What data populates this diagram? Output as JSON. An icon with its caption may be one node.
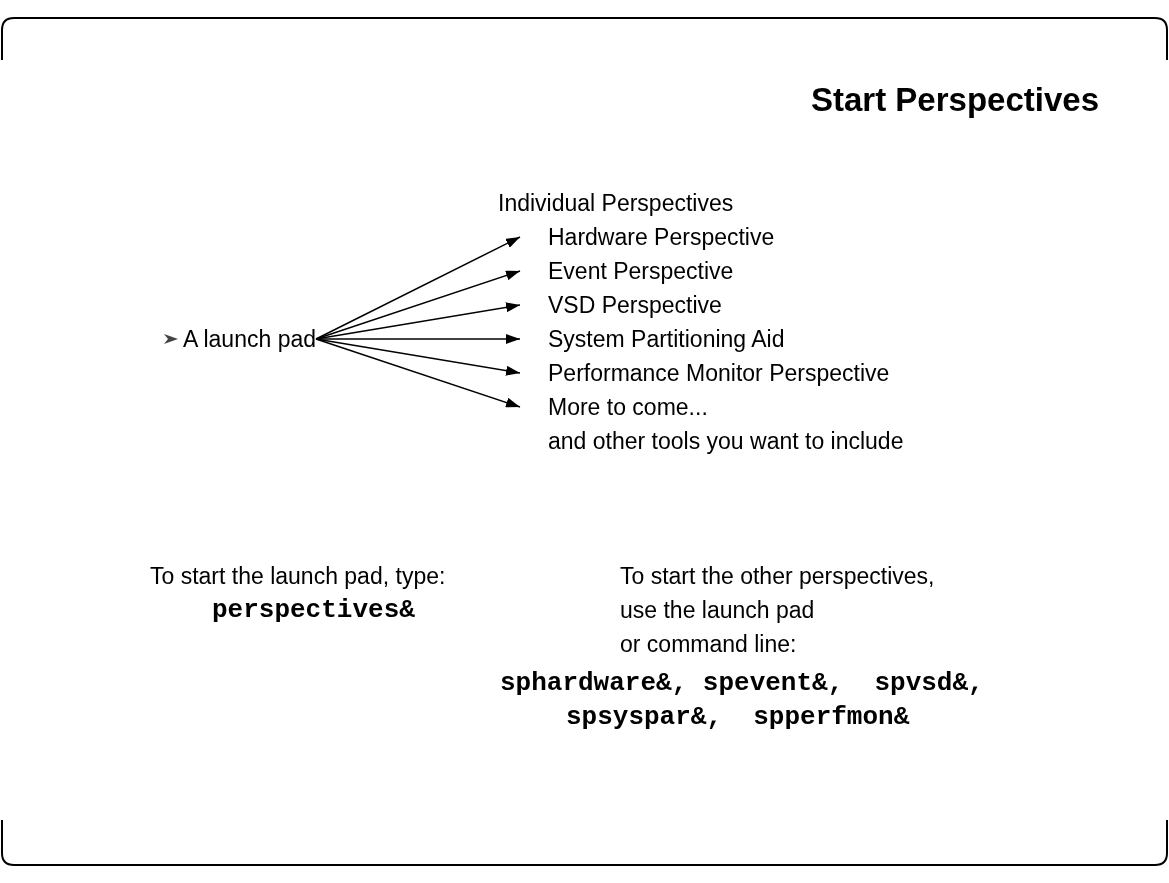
{
  "diagram": {
    "title": "Start Perspectives",
    "nodes": [
      {
        "text": [
          "A launch pad"
        ]
      },
      {
        "text": [
          "Hardware Perspective"
        ]
      },
      {
        "text": [
          "Event Perspective"
        ]
      },
      {
        "text": [
          "VSD Perspective"
        ]
      },
      {
        "text": [
          "System Partitioning Aid"
        ]
      },
      {
        "text": [
          "Performance Monitor Perspective"
        ]
      },
      {
        "text": [
          "More to come..."
        ]
      }
    ],
    "edges": [
      {
        "from": 0,
        "to": 1,
        "arrow": "to"
      },
      {
        "from": 0,
        "to": 2,
        "arrow": "to"
      },
      {
        "from": 0,
        "to": 3,
        "arrow": "to"
      },
      {
        "from": 0,
        "to": 4,
        "arrow": "to"
      },
      {
        "from": 0,
        "to": 5,
        "arrow": "to"
      },
      {
        "from": 0,
        "to": 6,
        "arrow": "to"
      }
    ],
    "labels": [
      "Individual Perspectives",
      "and other tools you want to include",
      "To start the launch pad, type:",
      "perspectives&",
      "To start the other perspectives,",
      "use the launch pad",
      "or command line:",
      "sphardware&, spevent&,  spvsd&,",
      "spsyspar&,  spperfmon&"
    ]
  }
}
